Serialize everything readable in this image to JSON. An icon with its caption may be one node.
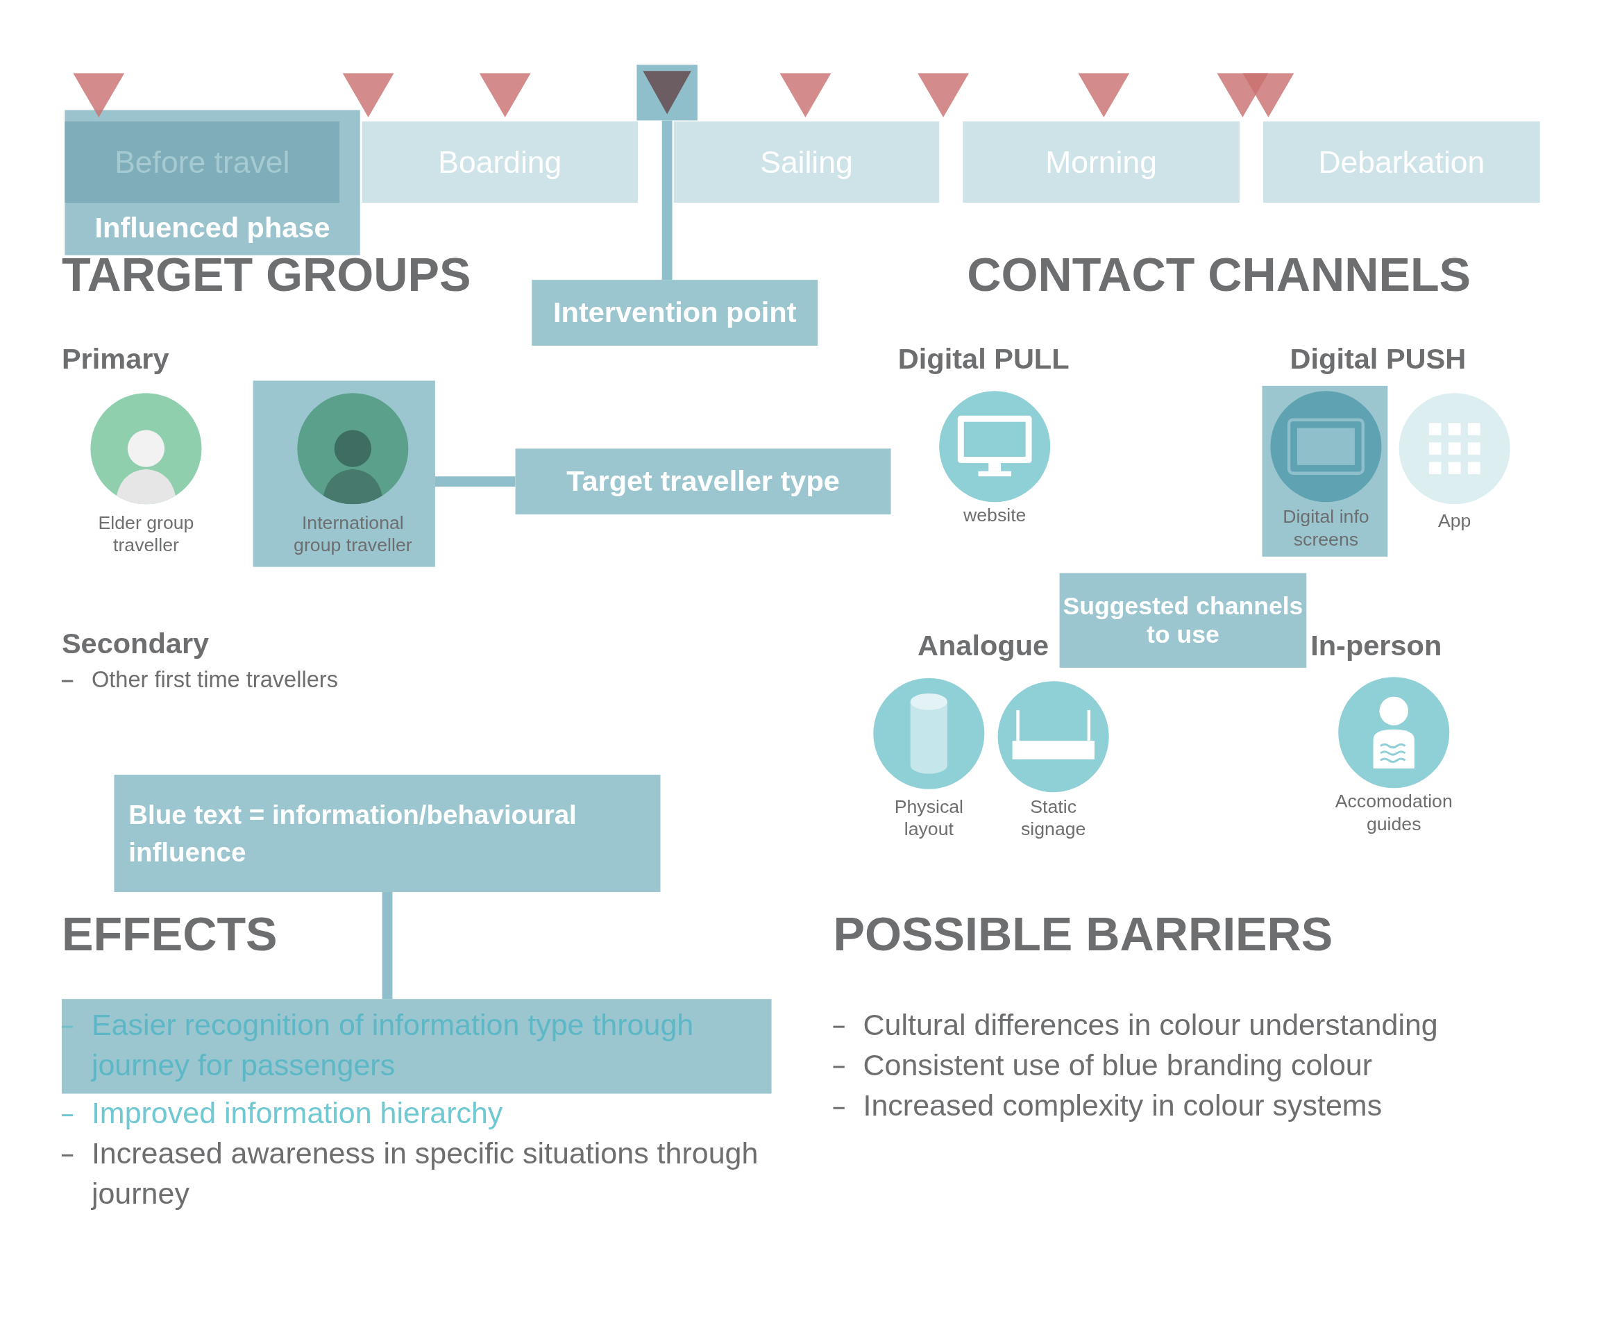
{
  "diagram": {
    "nodes": [
      {
        "text": [
          "Before travel"
        ],
        "in": 6
      },
      {
        "text": [
          "Boarding"
        ]
      },
      {
        "text": [
          "Sailing"
        ]
      },
      {
        "text": [
          "Morning"
        ]
      },
      {
        "text": [
          "Debarkation"
        ]
      },
      {
        "text": [],
        "shape": "triangle"
      },
      {
        "text": [
          "Influenced phase"
        ]
      },
      {
        "text": [
          "Intervention point"
        ]
      },
      {
        "text": [
          "Elder group traveller"
        ]
      },
      {
        "text": [
          "International group traveller"
        ]
      },
      {
        "text": [
          "Target traveller type"
        ]
      },
      {
        "text": [
          "website"
        ]
      },
      {
        "text": [
          "Digital info screens"
        ]
      },
      {
        "text": [
          "App"
        ]
      },
      {
        "text": [
          "Suggested channels to use"
        ]
      },
      {
        "text": [
          "Physical layout"
        ]
      },
      {
        "text": [
          "Static signage"
        ]
      },
      {
        "text": [
          "Accomodation guides"
        ]
      },
      {
        "text": [
          "Blue text = information/behavioural influence"
        ]
      },
      {
        "text": [
          "Easier recognition of information type through journey for passengers"
        ]
      },
      {
        "text": [],
        "shape": "triangle"
      },
      {
        "text": [],
        "shape": "triangle"
      },
      {
        "text": [],
        "shape": "triangle"
      },
      {
        "text": [],
        "shape": "triangle"
      },
      {
        "text": [],
        "shape": "triangle"
      },
      {
        "text": [],
        "shape": "triangle"
      },
      {
        "text": [],
        "shape": "triangle"
      },
      {
        "text": [],
        "shape": "triangle"
      }
    ],
    "edges": [
      {
        "from": 7,
        "to": 5,
        "arrow": "none"
      },
      {
        "from": 10,
        "to": 9,
        "arrow": "none"
      },
      {
        "from": 18,
        "to": 19,
        "arrow": "none"
      }
    ],
    "labels": [
      "TARGET GROUPS",
      "CONTACT CHANNELS",
      "Primary",
      "Digital PULL",
      "Digital PUSH",
      "Secondary",
      "Other first time travellers",
      "Analogue",
      "In-person",
      "EFFECTS",
      "POSSIBLE BARRIERS",
      "Improved information hierarchy",
      "Increased awareness in specific situations through journey",
      "Cultural differences in colour understanding",
      "Consistent use of blue branding colour",
      "Increased complexity in colour systems"
    ]
  }
}
